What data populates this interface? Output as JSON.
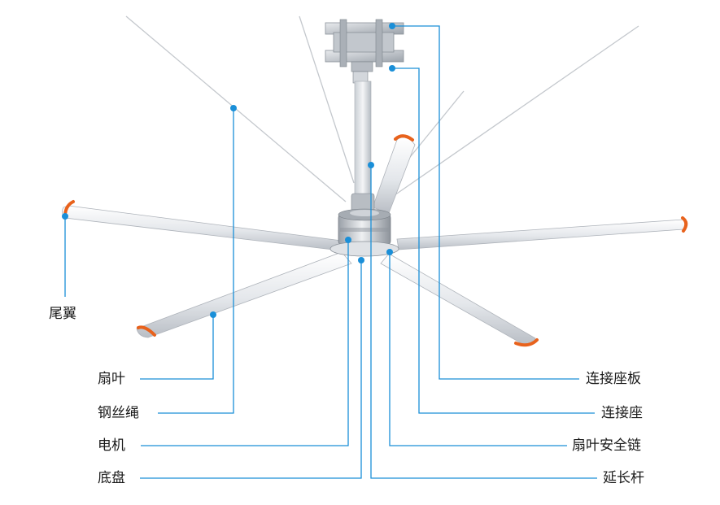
{
  "diagram": {
    "accent_color": "#1a8fd8",
    "blade_color": "#e7eaee",
    "tip_color": "#e8621c",
    "labels": {
      "tail_wing": "尾翼",
      "blade": "扇叶",
      "wire_rope": "钢丝绳",
      "motor": "电机",
      "base_plate": "底盘",
      "mount_plate": "连接座板",
      "mount_seat": "连接座",
      "safety_chain": "扇叶安全链",
      "extension_rod": "延长杆"
    }
  }
}
